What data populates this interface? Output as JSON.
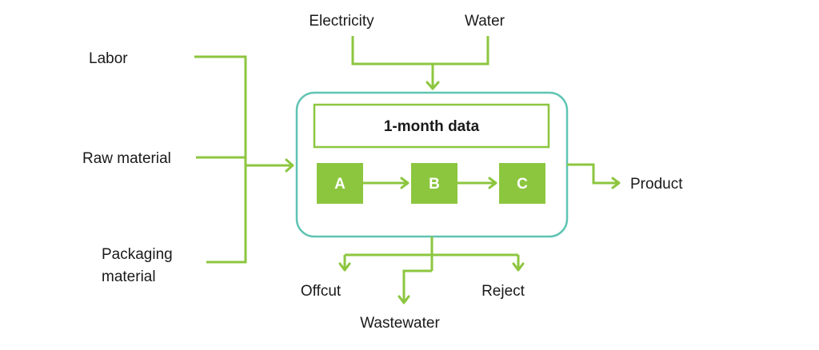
{
  "inputs": {
    "top": [
      "Electricity",
      "Water"
    ],
    "left": [
      "Labor",
      "Raw material",
      "Packaging",
      "material"
    ]
  },
  "process": {
    "title": "1-month data",
    "steps": [
      "A",
      "B",
      "C"
    ]
  },
  "outputs": {
    "right": "Product",
    "bottom": [
      "Offcut",
      "Wastewater",
      "Reject"
    ]
  },
  "colors": {
    "flow_green": "#8cc63f",
    "step_fill": "#8cc63f",
    "container_teal": "#5fc4b4"
  }
}
